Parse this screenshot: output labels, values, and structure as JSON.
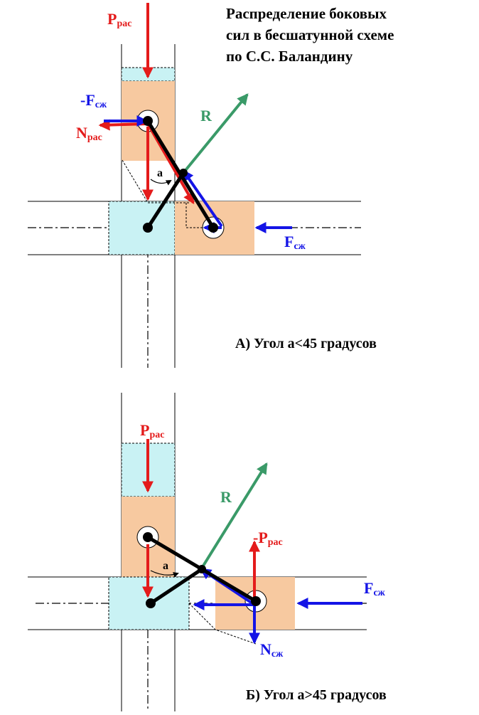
{
  "title": {
    "lines": [
      "Распределение боковых",
      "сил в бесшатунной схеме",
      "по С.С. Баландину"
    ]
  },
  "diagram_a": {
    "caption": "А) Угол а<45 градусов",
    "labels": {
      "p_main": "P",
      "p_sub": "рас",
      "negf_main": "-F",
      "negf_sub": "сж",
      "n_main": "N",
      "n_sub": "рас",
      "r": "R",
      "angle": "а",
      "f_main": "F",
      "f_sub": "сж"
    }
  },
  "diagram_b": {
    "caption": "Б) Угол а>45 градусов",
    "labels": {
      "p_main": "P",
      "p_sub": "рас",
      "r": "R",
      "negp_main": "-P",
      "negp_sub": "рас",
      "f_main": "F",
      "f_sub": "сж",
      "angle": "а",
      "n_main": "N",
      "n_sub": "сж"
    }
  },
  "colors": {
    "red": "#e41b1b",
    "blue": "#1414e6",
    "green": "#3a9a68",
    "peach": "#f7c9a0",
    "cyan": "#c9f2f4"
  }
}
